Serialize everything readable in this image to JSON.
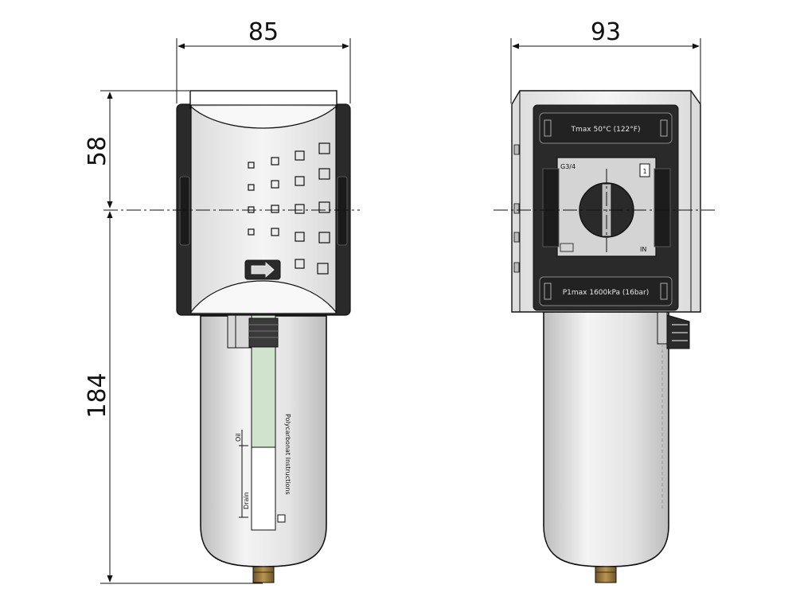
{
  "dimensions": {
    "front_width": "85",
    "side_width": "93",
    "head_height": "58",
    "bowl_height": "184"
  },
  "labels": {
    "tmax": "Tmax 50°C (122°F)",
    "p1max": "P1max 1600kPa (16bar)",
    "port_size": "G3/4",
    "port_number": "1",
    "in_marker": "IN",
    "bowl_caution": "Polycarbonat Instructions",
    "oil_marker": "Oil",
    "drain_marker": "Drain"
  },
  "colors": {
    "line": "#111111",
    "dark_housing": "#2a2a2a",
    "light_body": "#e6e6e6",
    "port_plate": "#d4d4d4",
    "sight_glass": "#cfe3cd",
    "brass": "#8a6a35"
  }
}
